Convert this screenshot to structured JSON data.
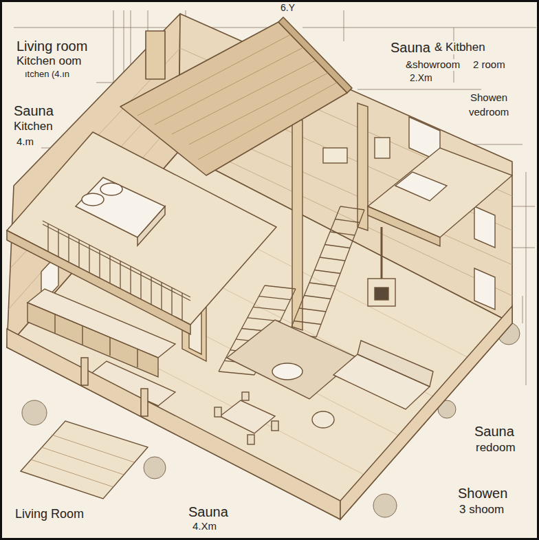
{
  "diagram": {
    "labels": [
      "Living room",
      "Kitchen oom",
      "ıtchen (4.ın",
      "Sauna",
      "Kitchen",
      "4.m",
      "6.Y",
      "Sauna",
      "& Kitbhen",
      "&showroom",
      "2 room",
      "2.Xm",
      "Showen",
      "vedroom",
      "Sauna",
      "redoom",
      "Showen",
      "3 shoom",
      "Living Room",
      "Sauna",
      "4.Xm"
    ]
  }
}
